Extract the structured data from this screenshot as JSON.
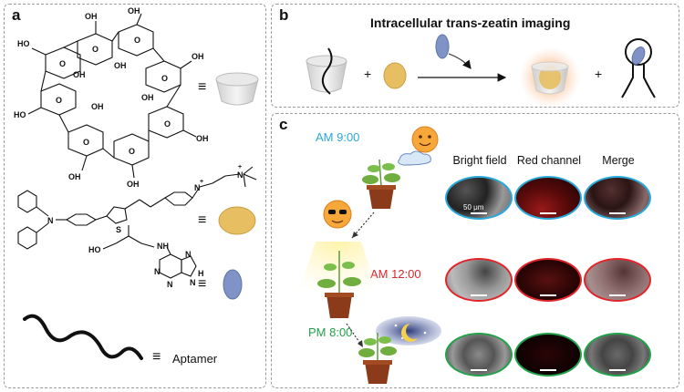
{
  "panels": {
    "a": {
      "label": "a",
      "equivalence_symbol": "≡",
      "aptamer_label": "Aptamer",
      "cd_labels": {
        "oh": "OH",
        "ho": "HO",
        "o": "O"
      },
      "dye_labels": {
        "n": "N",
        "s": "S",
        "nplus": "N",
        "plus": "+",
        "me_n": "N"
      },
      "zeatin_labels": {
        "ho": "HO",
        "nh": "NH",
        "n": "N",
        "h": "H"
      }
    },
    "b": {
      "label": "b",
      "title": "Intracellular trans-zeatin imaging",
      "plus": "+"
    },
    "c": {
      "label": "c",
      "column_headers": [
        "Bright field",
        "Red channel",
        "Merge"
      ],
      "scale_bar_label": "50 μm",
      "rows": [
        {
          "time": "AM 9:00",
          "color": "#29a9d9"
        },
        {
          "time": "AM 12:00",
          "color": "#e0262a"
        },
        {
          "time": "PM 8:00",
          "color": "#23a14a"
        }
      ]
    }
  },
  "colors": {
    "dye": "#e7bf62",
    "zeatin": "#7f93c6",
    "red_channel": "#8c1414",
    "glow": "#f9b079"
  }
}
